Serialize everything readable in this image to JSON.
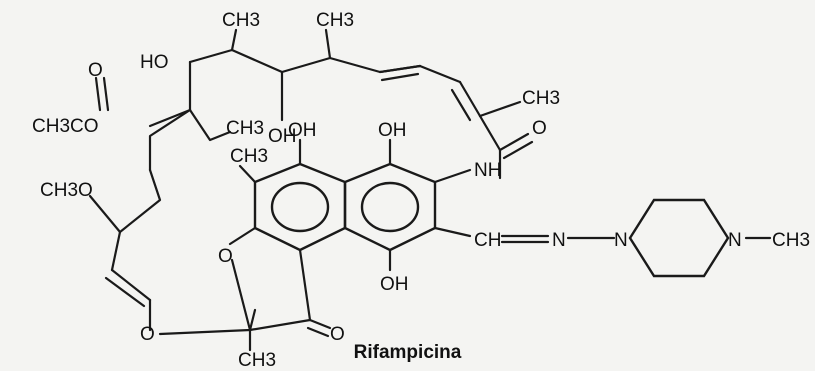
{
  "molecule_name": "Rifampicina",
  "labels": {
    "ch3_top_left": "CH3",
    "ch3_top_right": "CH3",
    "ho_left": "HO",
    "o_acetyl": "O",
    "ch3co": "CH3CO",
    "oh_mid": "OH",
    "ch3_chain_right": "CH3",
    "o_amide": "O",
    "ch3_mid": "CH3",
    "oh_ring_left": "OH",
    "oh_ring_right": "OH",
    "ch3o": "CH3O",
    "ch3_ring": "CH3",
    "nh": "NH",
    "ch_imine": "CH",
    "n_imine": "N",
    "n_pip_left": "N",
    "n_pip_right": "N",
    "ch3_pip": "CH3",
    "o_ring": "O",
    "o_ether": "O",
    "oh_bottom": "OH",
    "o_ketone": "O",
    "ch3_bottom": "CH3"
  }
}
